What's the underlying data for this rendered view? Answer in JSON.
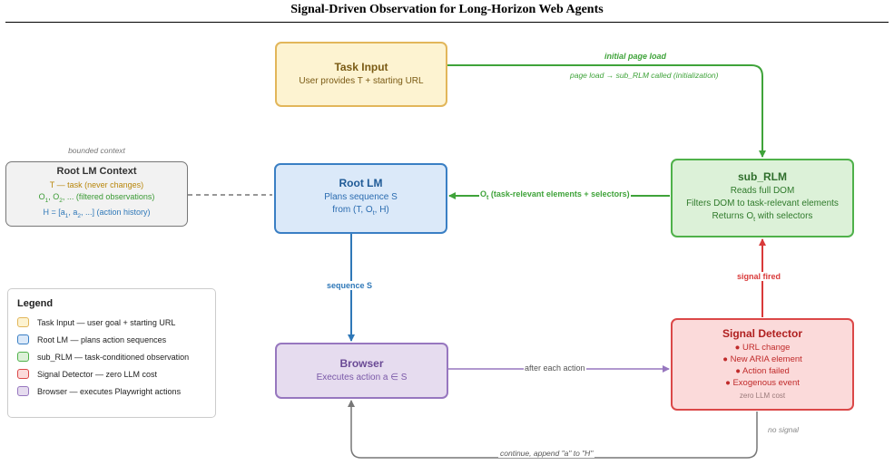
{
  "title": "Signal-Driven Observation for Long-Horizon Web Agents",
  "nodes": {
    "task": {
      "title": "Task Input",
      "line1": "User provides T + starting URL"
    },
    "root": {
      "title": "Root LM",
      "line1": "Plans sequence S",
      "line2_pre": "from (T, O",
      "line2_sub": "t",
      "line2_post": ", H)"
    },
    "sub": {
      "title": "sub_RLM",
      "line1": "Reads full DOM",
      "line2": "Filters DOM to task-relevant elements",
      "line3_pre": "Returns O",
      "line3_sub": "t",
      "line3_post": " with selectors"
    },
    "signal": {
      "title": "Signal Detector",
      "items": [
        "● URL change",
        "● New ARIA element",
        "● Action failed",
        "● Exogenous event"
      ],
      "cost": "zero LLM cost"
    },
    "browser": {
      "title": "Browser",
      "line1": "Executes action a ∈ S"
    },
    "context": {
      "caption": "bounded context",
      "title": "Root LM Context",
      "line1": "T — task (never changes)",
      "line2_a": "O",
      "line2_s1": "1",
      "line2_b": ", O",
      "line2_s2": "2",
      "line2_c": ", ... (filtered observations)",
      "line3_a": "H = [a",
      "line3_s1": "1",
      "line3_b": ", a",
      "line3_s2": "2",
      "line3_c": ", ...] (action history)"
    }
  },
  "edges": {
    "initial_load": "initial page load",
    "page_load_call": "page load → sub_RLM called (initialization)",
    "ot_pre": "O",
    "ot_sub": "t",
    "ot_post": " (task-relevant elements + selectors)",
    "sequence": "sequence S",
    "after_action": "after each action",
    "signal_fired": "signal fired",
    "no_signal": "no signal",
    "continue": "continue, append \"a\" to \"H\""
  },
  "legend": {
    "title": "Legend",
    "items": [
      {
        "label": "Task Input — user goal + starting URL",
        "fill": "#fdf3d1",
        "stroke": "#e2b65a"
      },
      {
        "label": "Root LM — plans action sequences",
        "fill": "#dbe9f9",
        "stroke": "#3a7fc4"
      },
      {
        "label": "sub_RLM — task-conditioned observation",
        "fill": "#dcf1d8",
        "stroke": "#4fb14a"
      },
      {
        "label": "Signal Detector — zero LLM cost",
        "fill": "#fbdada",
        "stroke": "#db4848"
      },
      {
        "label": "Browser — executes Playwright actions",
        "fill": "#e6dcef",
        "stroke": "#9777bf"
      }
    ]
  },
  "colors": {
    "green": "#3fa33a",
    "blue": "#2f78b8",
    "purple": "#9777bf",
    "red": "#d93a3a",
    "gray": "#777777"
  }
}
